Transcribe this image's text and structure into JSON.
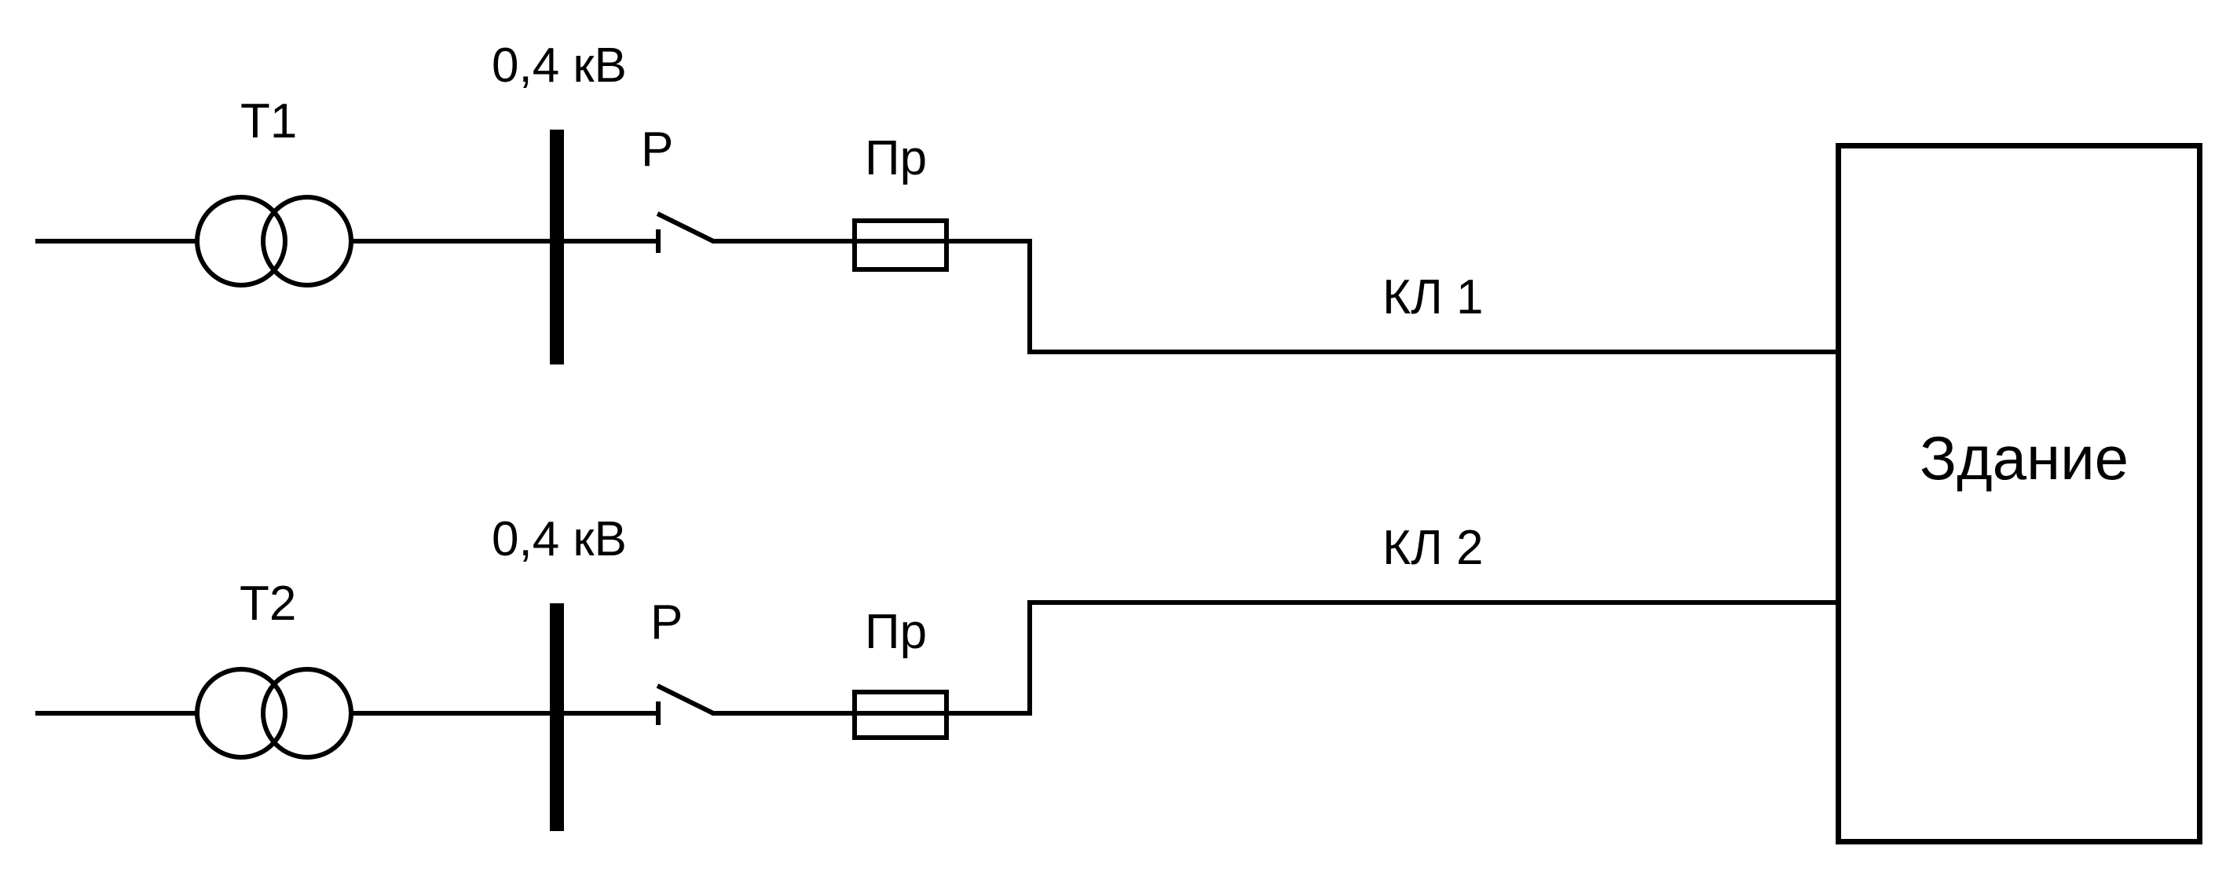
{
  "diagram": {
    "type": "single-line electrical supply scheme",
    "stroke_color": "#000000",
    "background_color": "#ffffff",
    "feeders": [
      {
        "transformer_label": "T1",
        "bus_voltage_label": "0,4 кВ",
        "switch_label": "Р",
        "fuse_label": "Пр",
        "cable_label": "КЛ 1"
      },
      {
        "transformer_label": "T2",
        "bus_voltage_label": "0,4 кВ",
        "switch_label": "Р",
        "fuse_label": "Пр",
        "cable_label": "КЛ 2"
      }
    ],
    "load": {
      "label": "Здание"
    }
  }
}
